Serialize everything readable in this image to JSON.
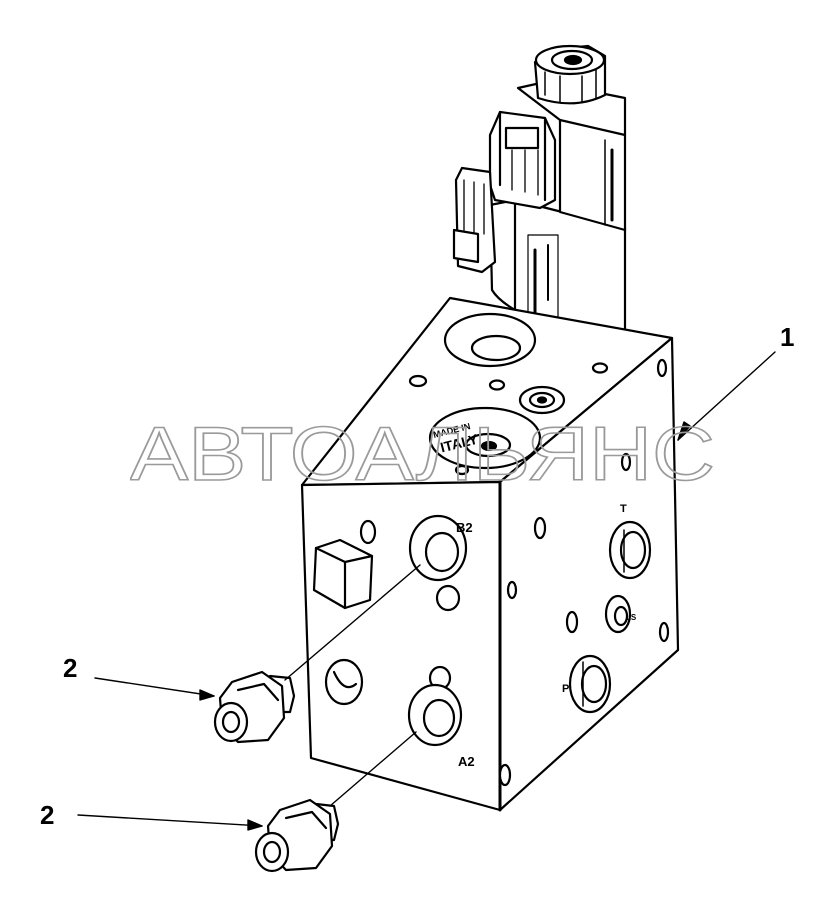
{
  "diagram": {
    "callouts": [
      {
        "id": "callout-1",
        "label": "1"
      },
      {
        "id": "callout-2a",
        "label": "2"
      },
      {
        "id": "callout-2b",
        "label": "2"
      }
    ],
    "port_labels": {
      "b2": "B2",
      "a2": "A2",
      "t": "T",
      "p": "P",
      "ls": "LS"
    },
    "block_marking": {
      "line1": "MADE IN",
      "line2": "ITALY"
    },
    "watermark": "АВТОАЛЬЯНС",
    "colors": {
      "line": "#000000",
      "fill": "#ffffff",
      "watermark_stroke": "#9a9a9a"
    }
  }
}
